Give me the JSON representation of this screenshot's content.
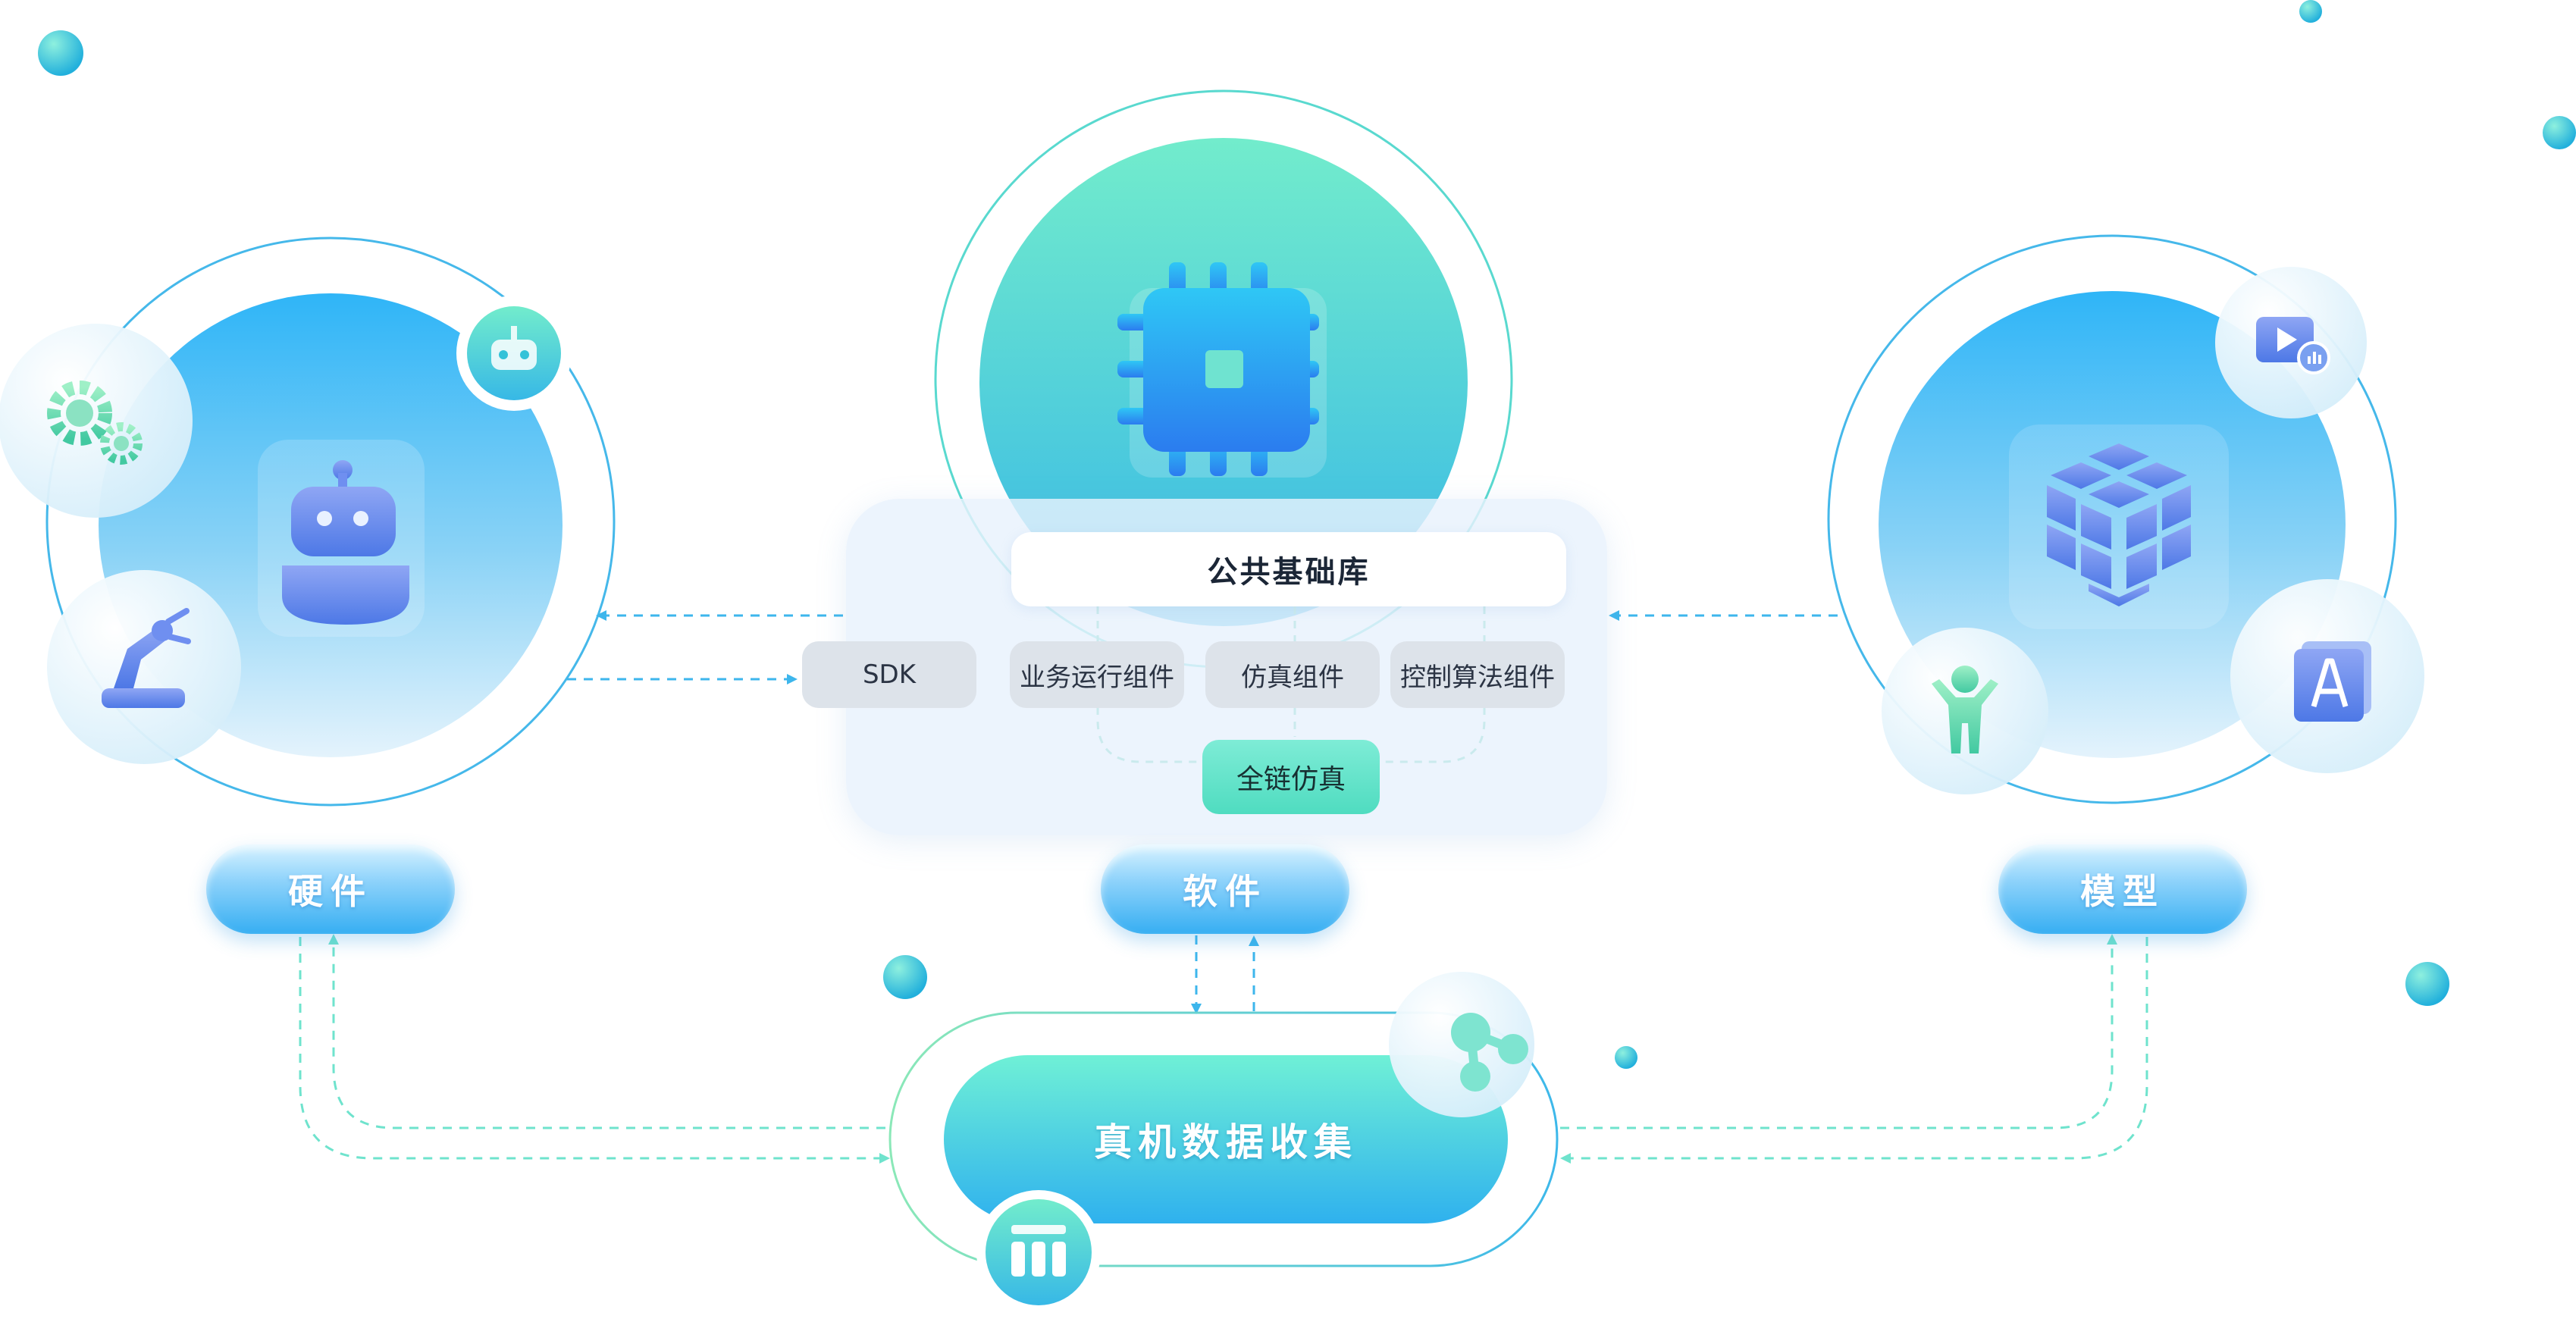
{
  "modules": {
    "hardware": {
      "label": "硬件"
    },
    "software": {
      "label": "软件"
    },
    "model": {
      "label": "模型"
    }
  },
  "software_panel": {
    "public_library": "公共基础库",
    "components": [
      "SDK",
      "业务运行组件",
      "仿真组件",
      "控制算法组件"
    ],
    "full_chain": "全链仿真"
  },
  "data_collection": {
    "label": "真机数据收集"
  },
  "icons": [
    "robot-icon",
    "gears-icon",
    "robot-arm-icon",
    "robot-badge-icon",
    "chip-icon",
    "cube-icon",
    "video-analytics-icon",
    "person-icon",
    "text-a-icon",
    "share-icon",
    "data-stack-icon"
  ],
  "colors": {
    "blue_accent": "#2fb4f4",
    "teal_accent": "#5fe3c6",
    "connector_blue": "#3db6ec",
    "connector_teal": "#6fe3cd"
  }
}
